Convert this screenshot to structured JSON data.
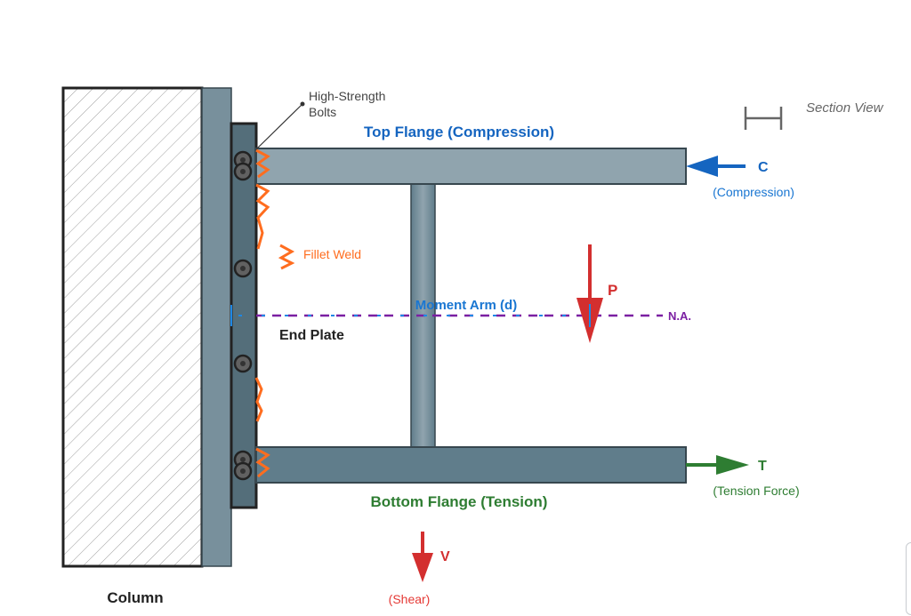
{
  "labels": {
    "bolts_line1": "High-Strength",
    "bolts_line2": "Bolts",
    "top_flange": "Top Flange (Compression)",
    "section_view": "Section View",
    "compression_symbol": "C",
    "compression_caption": "(Compression)",
    "fillet_weld": "Fillet Weld",
    "load_symbol": "P",
    "moment_arm": "Moment Arm (d)",
    "neutral_axis": "N.A.",
    "end_plate": "End Plate",
    "tension_symbol": "T",
    "tension_caption": "(Tension Force)",
    "bottom_flange": "Bottom Flange (Tension)",
    "shear_symbol": "V",
    "shear_caption": "(Shear)",
    "column": "Column"
  },
  "colors": {
    "compression": "#1565c0",
    "tension": "#2e7d32",
    "load": "#d32f2f",
    "weld": "#ff6d1f",
    "neutral_axis": "#7b1fa2",
    "steel_light": "#90a4ae",
    "steel_dark": "#607d8b"
  }
}
